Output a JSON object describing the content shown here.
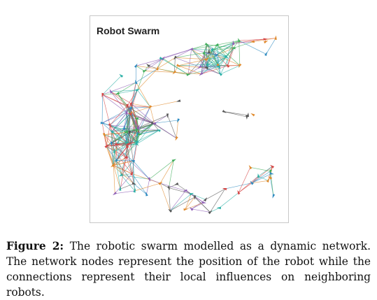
{
  "figure": {
    "panel_title": "Robot Swarm",
    "caption_label": "Figure 2:",
    "caption_text": "The robotic swarm modelled as a dynamic network. The network nodes represent the position of the robot while the connections represent their local influences on neighboring robots.",
    "colors": [
      "#d64545",
      "#2e8bc0",
      "#3fae5a",
      "#8e5fb5",
      "#e08a2c",
      "#555555",
      "#2ab0a6"
    ]
  }
}
